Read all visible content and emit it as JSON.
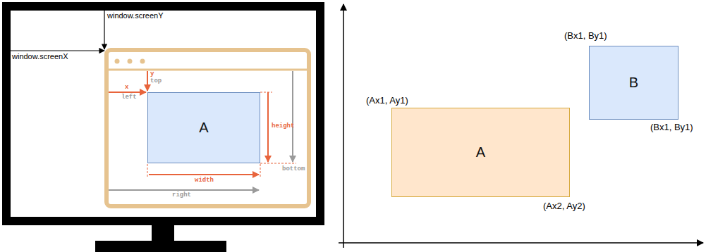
{
  "diagram": {
    "nodes": [
      {
        "text": [
          "A"
        ]
      },
      {
        "text": [
          "A"
        ]
      },
      {
        "text": [
          "B"
        ]
      }
    ],
    "labels": [
      "window.screenY",
      "window.screenX",
      "y",
      "top",
      "x",
      "left",
      "height",
      "width",
      "bottom",
      "right",
      "(Ax1, Ay1)",
      "(Bx1, By1)",
      "(Ax2, Ay2)",
      "(Bx1, By1)"
    ]
  }
}
